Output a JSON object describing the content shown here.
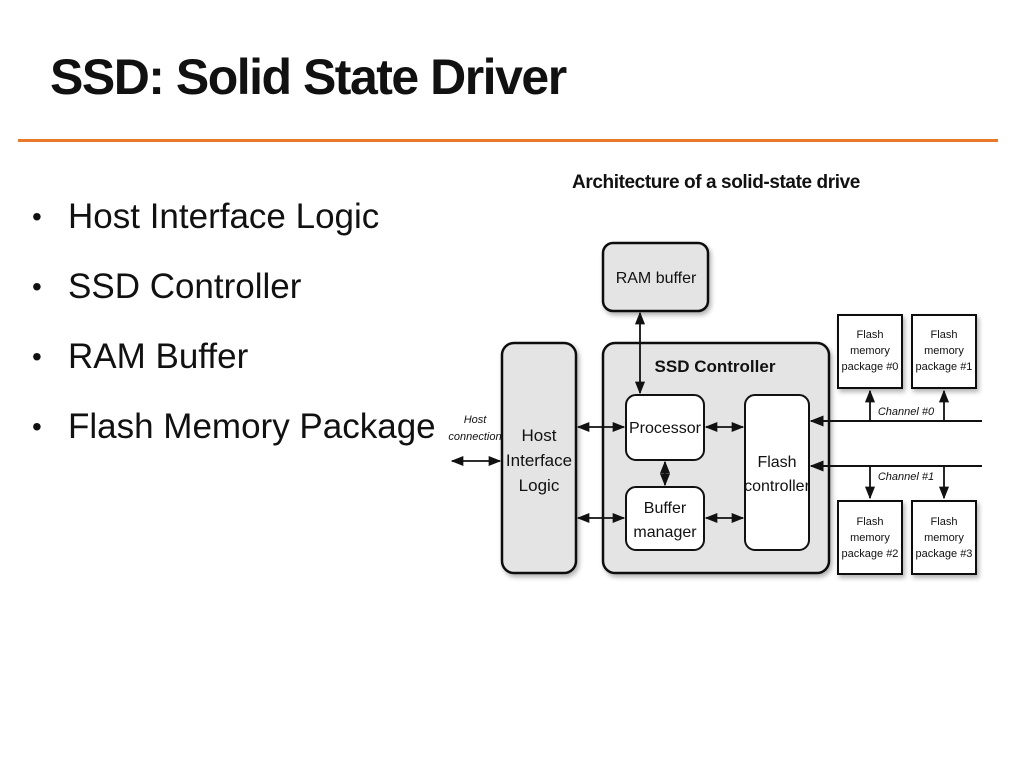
{
  "slide": {
    "title": "SSD: Solid State Driver",
    "accent_color": "#e8782a",
    "bullets": [
      "Host Interface Logic",
      "SSD Controller",
      "RAM Buffer",
      "Flash Memory Package"
    ]
  },
  "diagram": {
    "title": "Architecture of a solid-state drive",
    "ram_buffer": "RAM buffer",
    "ssd_controller": "SSD Controller",
    "processor": "Processor",
    "buffer_manager": [
      "Buffer",
      "manager"
    ],
    "flash_controller": [
      "Flash",
      "controller"
    ],
    "host_interface": [
      "Host",
      "Interface",
      "Logic"
    ],
    "host_connection": [
      "Host",
      "connection"
    ],
    "channel_0": "Channel #0",
    "channel_1": "Channel #1",
    "packages": [
      [
        "Flash",
        "memory",
        "package #0"
      ],
      [
        "Flash",
        "memory",
        "package #1"
      ],
      [
        "Flash",
        "memory",
        "package #2"
      ],
      [
        "Flash",
        "memory",
        "package #3"
      ]
    ]
  }
}
